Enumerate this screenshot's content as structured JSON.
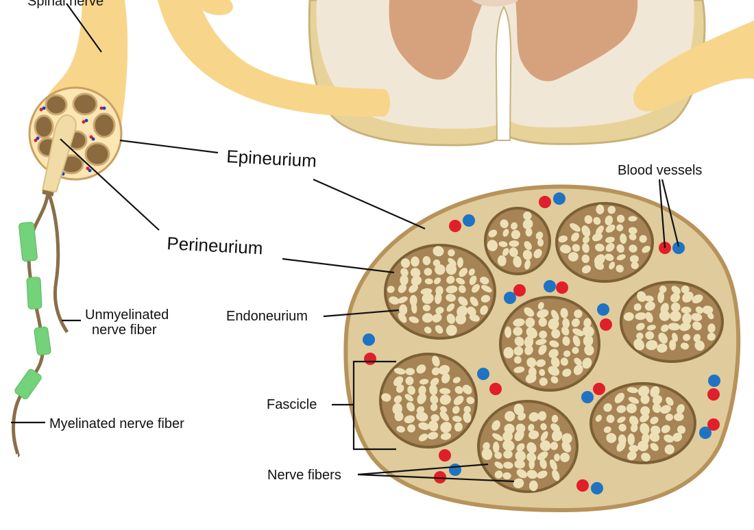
{
  "labels": {
    "spinal_nerve": "Spinal nerve",
    "epineurium": "Epineurium",
    "perineurium": "Perineurium",
    "endoneurium": "Endoneurium",
    "blood_vessels": "Blood vessels",
    "unmyelinated_line1": "Unmyelinated",
    "unmyelinated_line2": "nerve fiber",
    "myelinated": "Myelinated nerve fiber",
    "fascicle": "Fascicle",
    "nerve_fibers": "Nerve fibers"
  },
  "colors": {
    "nerve": "#f7d68b",
    "nerve_light": "#fbe6b4",
    "cord_white_matter": "#e7d39a",
    "cord_edge": "#c9b27a",
    "cord_gray_matter": "#d6a27e",
    "cord_inner": "#f1e7d6",
    "epineurium_fill": "#dfcb9b",
    "epineurium_border": "#b7935a",
    "fascicle_fill": "#a68455",
    "fascicle_border": "#7c6035",
    "fiber_fill": "#ede0b6",
    "myelin": "#73d27a",
    "axon": "#8a6e48",
    "vessel_red": "#e01f2a",
    "vessel_blue": "#1f73c2"
  }
}
